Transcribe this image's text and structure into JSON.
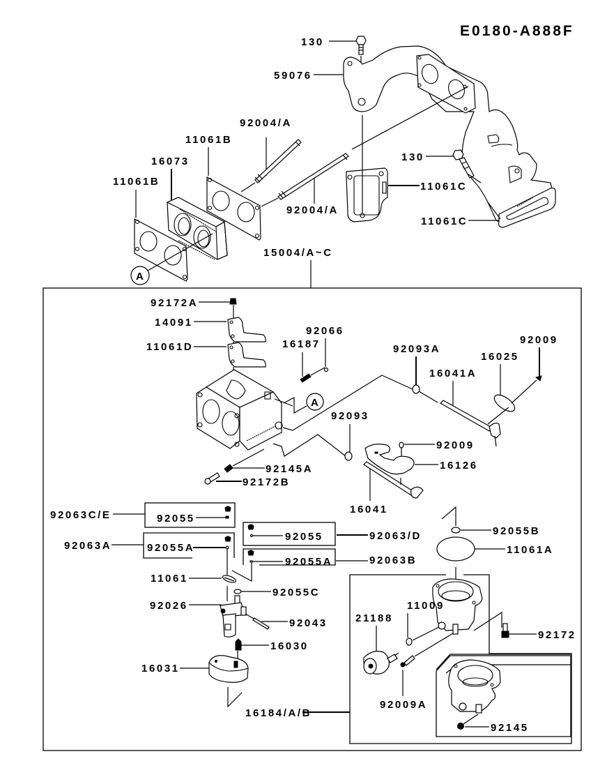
{
  "diagram_code": "E0180-A888F",
  "reference_marker": "A",
  "upper_parts": {
    "bolt_top": "130",
    "manifold": "59076",
    "stud_upper": "92004/A",
    "gasket_carb_side": "11061B",
    "insulator": "16073",
    "gasket_outer": "11061B",
    "stud_lower": "92004/A",
    "bolt_side": "130",
    "gasket_manifold_left": "11061C",
    "gasket_manifold_right": "11061C",
    "carburetor_assy": "15004/A~C"
  },
  "carb_parts": {
    "screw_top": "92172A",
    "bracket": "14091",
    "gasket_bracket": "11061D",
    "pilot_screw": "16187",
    "o_ring_pilot": "92066",
    "spring_idle": "92145A",
    "screw_idle": "92172B",
    "seal_upper": "92093A",
    "shaft_choke": "16041A",
    "valve_choke": "16025",
    "screw_choke": "92009",
    "seal_lower": "92093",
    "screw_throttle": "92009",
    "valve_throttle": "16126",
    "shaft_throttle": "16041"
  },
  "jet_sets": [
    {
      "set": "92063C/E",
      "jet": "92055"
    },
    {
      "set": "92063A",
      "jet": "92055A"
    },
    {
      "set": "92063/D",
      "jet": "92055"
    },
    {
      "set": "92063B",
      "jet": "92055A"
    }
  ],
  "float_parts": {
    "gasket_needle": "11061",
    "o_ring": "92055C",
    "fuel_valve": "92026",
    "pin": "92043",
    "needle": "16030",
    "float": "16031",
    "jet_bottom": "92055B",
    "gasket_bowl": "11061A",
    "gasket_solenoid": "11009",
    "solenoid": "21188",
    "screw_drain": "92009A",
    "screw_bowl": "92172",
    "float_chamber": "16184/A/B",
    "spring_drain": "92145"
  }
}
